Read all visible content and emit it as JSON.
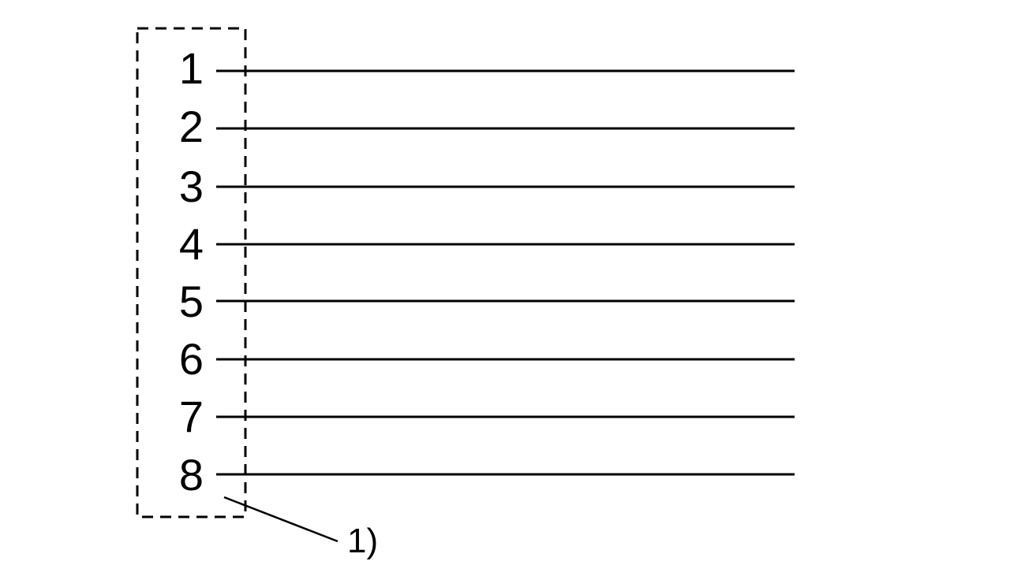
{
  "diagram": {
    "pins": [
      {
        "label": "1"
      },
      {
        "label": "2"
      },
      {
        "label": "3"
      },
      {
        "label": "4"
      },
      {
        "label": "5"
      },
      {
        "label": "6"
      },
      {
        "label": "7"
      },
      {
        "label": "8"
      }
    ],
    "callout": {
      "label": "1)"
    },
    "colors": {
      "stroke": "#000000",
      "background": "#ffffff"
    }
  }
}
